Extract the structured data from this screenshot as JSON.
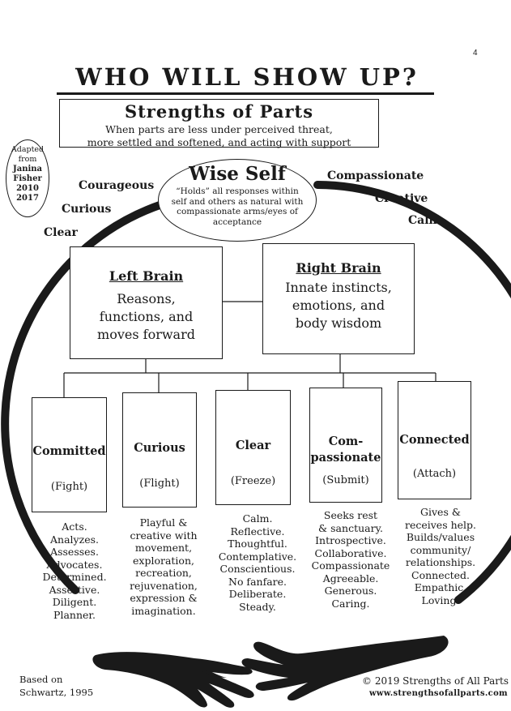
{
  "page_number": "4",
  "title": "WHO WILL SHOW UP?",
  "banner": {
    "heading": "Strengths of Parts",
    "line1": "When parts are less under perceived threat,",
    "line2": "more settled and softened, and acting with support"
  },
  "badge": {
    "l1": "Adapted",
    "l2": "from",
    "l3": "Janina",
    "l4": "Fisher",
    "l5": "2010",
    "l6": "2017"
  },
  "left_traits": [
    "Courageous",
    "Curious",
    "Clear"
  ],
  "right_traits": [
    "Compassionate",
    "Creative",
    "Calm"
  ],
  "wise_self": {
    "title": "Wise Self",
    "text": "“Holds” all responses within self and others as natural with compassionate arms/eyes of acceptance"
  },
  "left_brain": {
    "title": "Left Brain",
    "l1": "Reasons,",
    "l2": "functions, and",
    "l3": "moves forward"
  },
  "right_brain": {
    "title": "Right Brain",
    "l1": "Innate instincts,",
    "l2": "emotions, and",
    "l3": "body wisdom"
  },
  "parts": [
    {
      "name": "Committed",
      "response": "(Fight)",
      "traits": [
        "Acts.",
        "Analyzes.",
        "Assesses.",
        "Advocates.",
        "Determined.",
        "Assertive.",
        "Diligent.",
        "Planner."
      ]
    },
    {
      "name": "Curious",
      "response": "(Flight)",
      "traits": [
        "Playful &",
        "creative with",
        "movement,",
        "exploration,",
        "recreation,",
        "rejuvenation,",
        "expression &",
        "imagination."
      ]
    },
    {
      "name": "Clear",
      "response": "(Freeze)",
      "traits": [
        "Calm.",
        "Reflective.",
        "Thoughtful.",
        "Contemplative.",
        "Conscientious.",
        "No fanfare.",
        "Deliberate.",
        "Steady."
      ]
    },
    {
      "name_l1": "Com-",
      "name_l2": "passionate",
      "response": "(Submit)",
      "traits": [
        "Seeks rest",
        "& sanctuary.",
        "Introspective.",
        "Collaborative.",
        "Compassionate",
        "Agreeable.",
        "Generous.",
        "Caring."
      ]
    },
    {
      "name": "Connected",
      "response": "(Attach)",
      "traits": [
        "Gives &",
        "receives help.",
        "Builds/values",
        "community/",
        "relationships.",
        "Connected.",
        "Empathic.",
        "Loving."
      ]
    }
  ],
  "footer": {
    "based_l1": "Based on",
    "based_l2": "Schwartz, 1995",
    "copyright": "© 2019 Strengths of All Parts",
    "website": "www.strengthsofallparts.com"
  },
  "colors": {
    "ink": "#1a1a1a",
    "paper": "#ffffff"
  },
  "icons": [
    "left-hand-icon",
    "right-hand-icon"
  ]
}
